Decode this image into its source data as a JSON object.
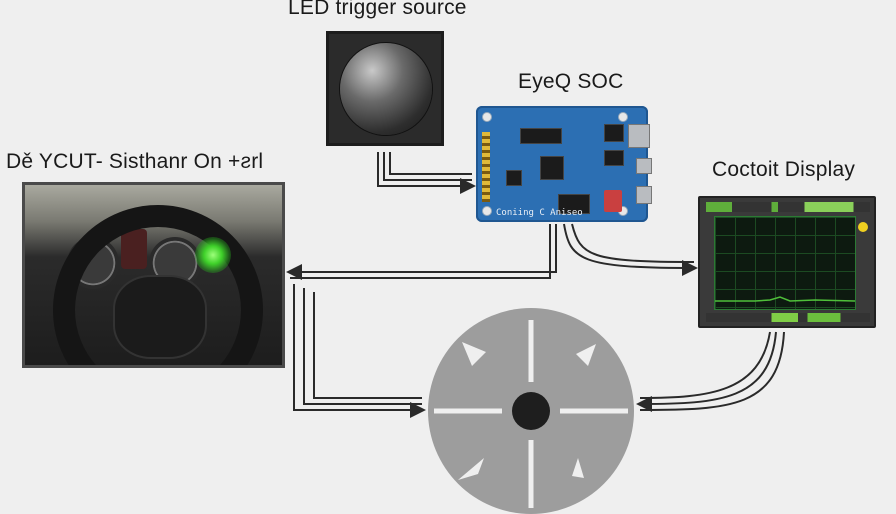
{
  "labels": {
    "led_trigger": "LED trigger source",
    "soc": "EyeQ SOC",
    "dms": "Dě YCUT- Sisthanr On +ƨrl",
    "display": "Coctoit Display"
  },
  "soc_board_caption": "Coniing C Aniseo",
  "colors": {
    "background": "#efefef",
    "board": "#2c6fb3",
    "led_glow": "#3fd12a",
    "screen_trace": "#4fbf3a",
    "wire": "#2a2a2a"
  }
}
